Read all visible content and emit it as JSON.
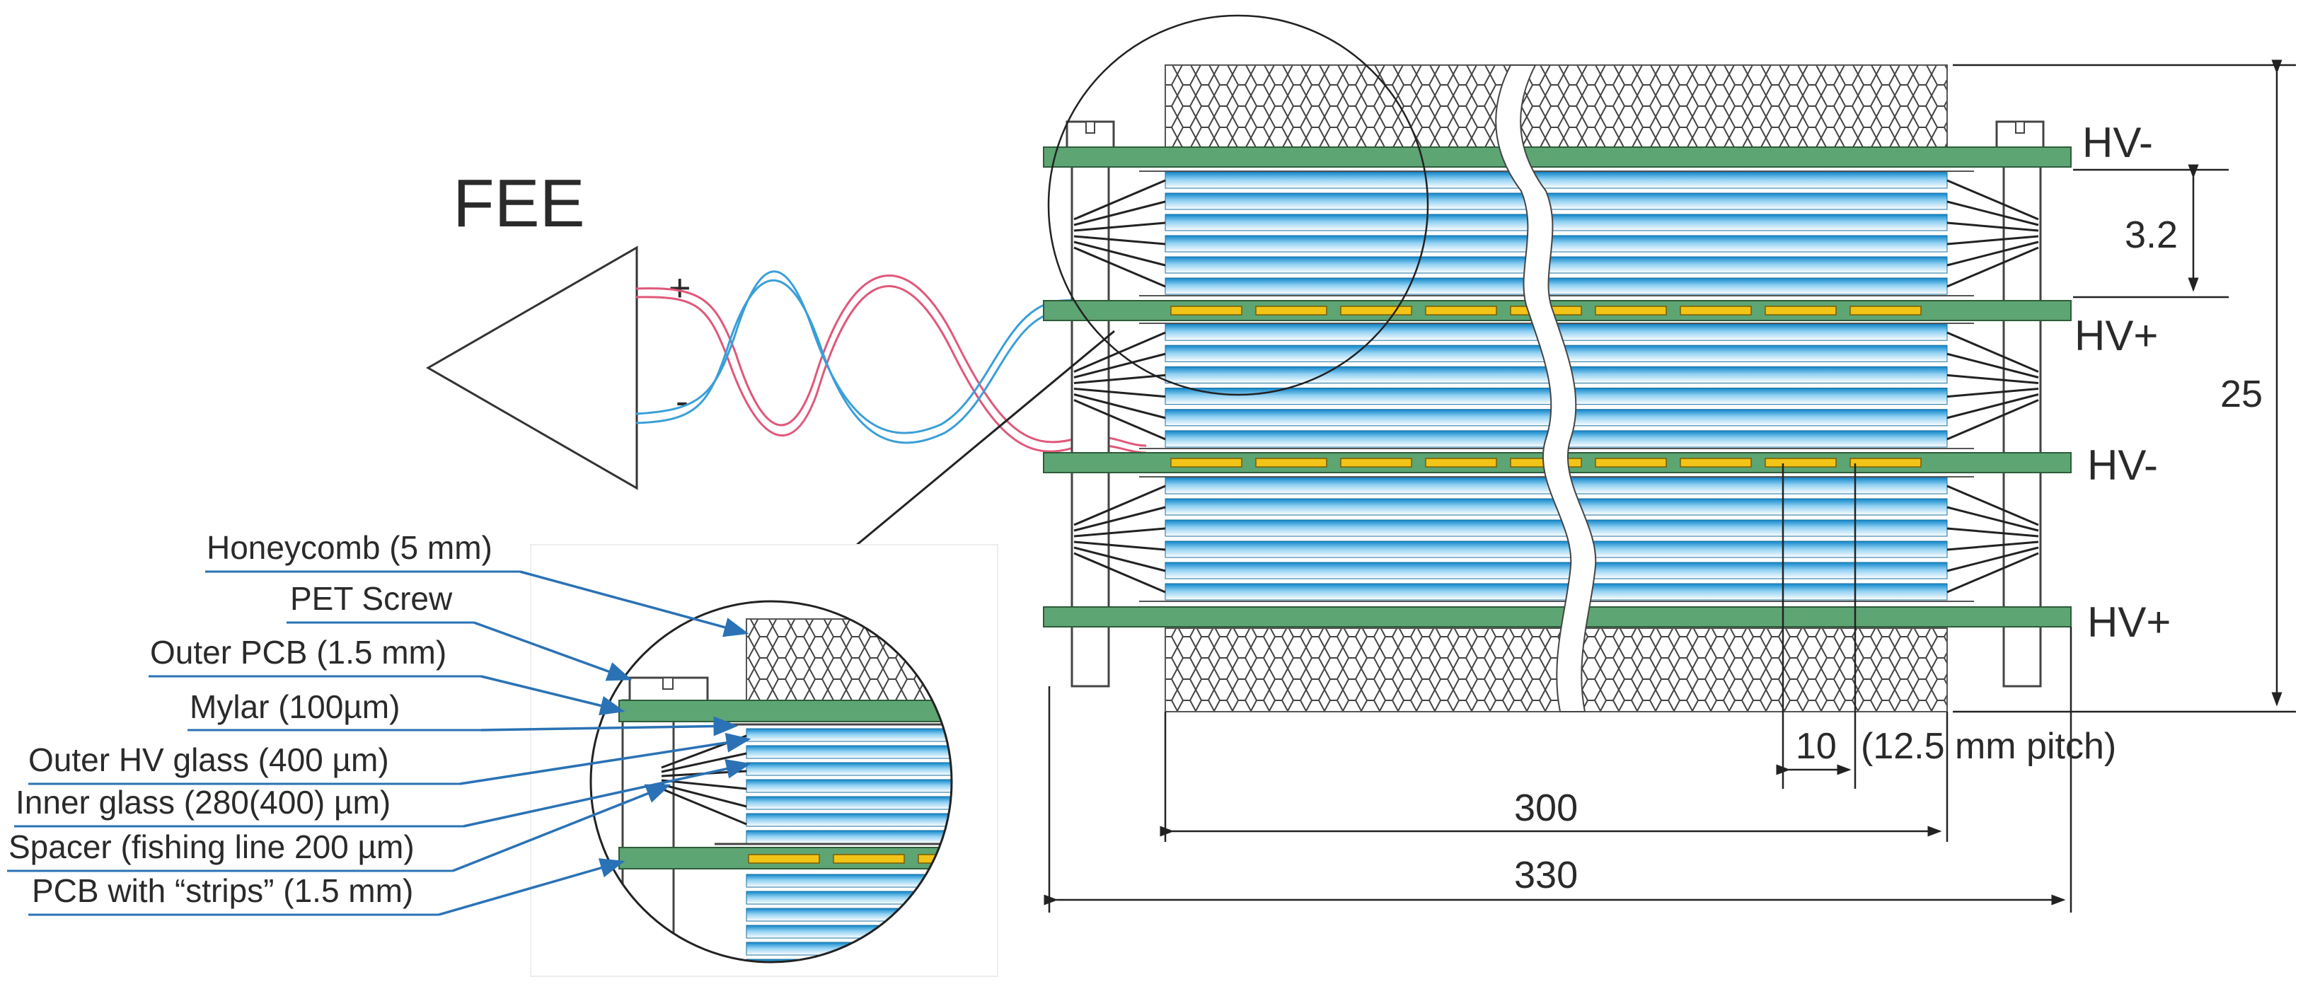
{
  "fee": {
    "title": "FEE",
    "plus": "+",
    "minus": "-"
  },
  "hv_labels": [
    "HV-",
    "HV+",
    "HV-",
    "HV+"
  ],
  "dimensions": {
    "gap": "3.2",
    "height": "25",
    "strip_width": "10",
    "strip_pitch": "(12.5 mm pitch)",
    "inner_width": "300",
    "outer_width": "330"
  },
  "callouts": [
    "Honeycomb (5 mm)",
    "PET Screw",
    "Outer PCB (1.5 mm)",
    "Mylar (100µm)",
    "Outer HV glass (400 µm)",
    "Inner glass (280(400) µm)",
    "Spacer (fishing line 200 µm)",
    "PCB with “strips” (1.5 mm)"
  ],
  "colors": {
    "pcb": "#5ea574",
    "strip": "#f2c417",
    "glass": "#1a9bd7",
    "callout": "#2a72b5",
    "wire_red": "#e0587a",
    "wire_blue": "#3a9fd8"
  }
}
